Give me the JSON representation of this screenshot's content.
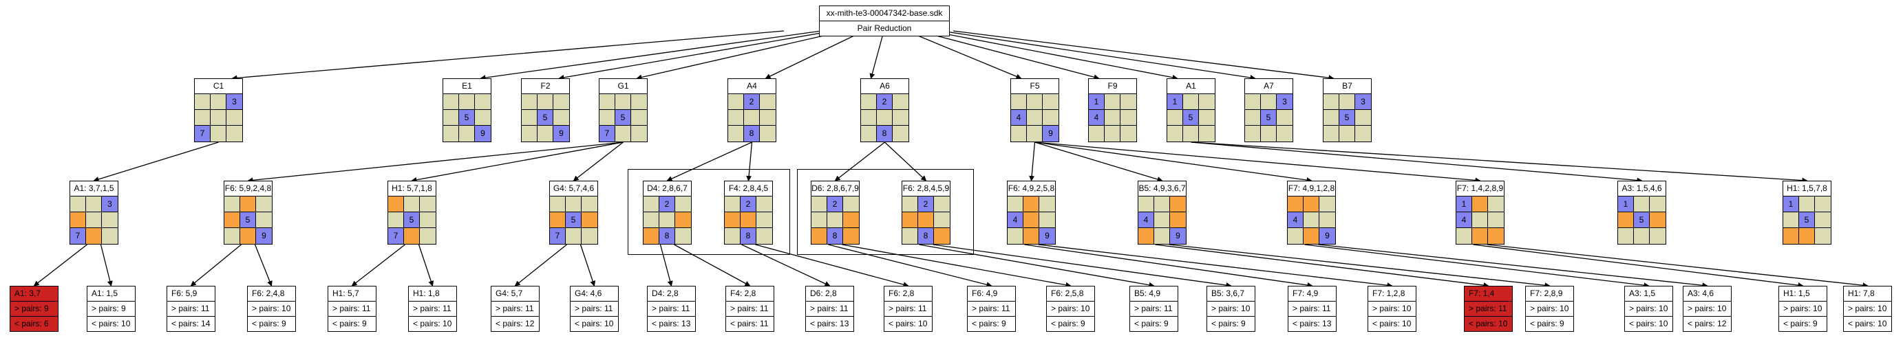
{
  "root": {
    "title": "xx-mith-te3-00047342-base.sdk",
    "subtitle": "Pair Reduction"
  },
  "level1": [
    {
      "label": "C1",
      "cells": [
        [
          "",
          ""
        ],
        [
          "",
          ""
        ],
        [
          "b",
          "3"
        ],
        [
          "",
          ""
        ],
        [
          "",
          ""
        ],
        [
          "",
          ""
        ],
        [
          "b",
          "7"
        ],
        [
          "",
          ""
        ],
        [
          "",
          ""
        ]
      ]
    },
    {
      "label": "E1",
      "cells": [
        [
          "",
          ""
        ],
        [
          "",
          ""
        ],
        [
          "",
          ""
        ],
        [
          "",
          ""
        ],
        [
          "b",
          "5"
        ],
        [
          "",
          ""
        ],
        [
          "",
          ""
        ],
        [
          "",
          ""
        ],
        [
          "b",
          "9"
        ]
      ]
    },
    {
      "label": "F2",
      "cells": [
        [
          "",
          ""
        ],
        [
          "",
          ""
        ],
        [
          "",
          ""
        ],
        [
          "",
          ""
        ],
        [
          "b",
          "5"
        ],
        [
          "",
          ""
        ],
        [
          "",
          ""
        ],
        [
          "",
          ""
        ],
        [
          "b",
          "9"
        ]
      ]
    },
    {
      "label": "G1",
      "cells": [
        [
          "",
          ""
        ],
        [
          "",
          ""
        ],
        [
          "",
          ""
        ],
        [
          "",
          ""
        ],
        [
          "b",
          "5"
        ],
        [
          "",
          ""
        ],
        [
          "b",
          "7"
        ],
        [
          "",
          ""
        ],
        [
          "",
          ""
        ]
      ]
    },
    {
      "label": "A4",
      "cells": [
        [
          "",
          ""
        ],
        [
          "b",
          "2"
        ],
        [
          "",
          ""
        ],
        [
          "",
          ""
        ],
        [
          "",
          ""
        ],
        [
          "",
          ""
        ],
        [
          "",
          ""
        ],
        [
          "b",
          "8"
        ],
        [
          "",
          ""
        ]
      ]
    },
    {
      "label": "A6",
      "cells": [
        [
          "",
          ""
        ],
        [
          "b",
          "2"
        ],
        [
          "",
          ""
        ],
        [
          "",
          ""
        ],
        [
          "",
          ""
        ],
        [
          "",
          ""
        ],
        [
          "",
          ""
        ],
        [
          "b",
          "8"
        ],
        [
          "",
          ""
        ]
      ]
    },
    {
      "label": "F5",
      "cells": [
        [
          "",
          ""
        ],
        [
          "",
          ""
        ],
        [
          "",
          ""
        ],
        [
          "b",
          "4"
        ],
        [
          "",
          ""
        ],
        [
          "",
          ""
        ],
        [
          "",
          ""
        ],
        [
          "",
          ""
        ],
        [
          "b",
          "9"
        ]
      ]
    },
    {
      "label": "F9",
      "cells": [
        [
          "b",
          "1"
        ],
        [
          "",
          ""
        ],
        [
          "",
          ""
        ],
        [
          "b",
          "4"
        ],
        [
          "",
          ""
        ],
        [
          "",
          ""
        ],
        [
          "",
          ""
        ],
        [
          "",
          ""
        ],
        [
          "",
          ""
        ]
      ]
    },
    {
      "label": "A1",
      "cells": [
        [
          "b",
          "1"
        ],
        [
          "",
          ""
        ],
        [
          "",
          ""
        ],
        [
          "",
          ""
        ],
        [
          "b",
          "5"
        ],
        [
          "",
          ""
        ],
        [
          "",
          ""
        ],
        [
          "",
          ""
        ],
        [
          "",
          ""
        ]
      ]
    },
    {
      "label": "A7",
      "cells": [
        [
          "",
          ""
        ],
        [
          "",
          ""
        ],
        [
          "b",
          "3"
        ],
        [
          "",
          ""
        ],
        [
          "b",
          "5"
        ],
        [
          "",
          ""
        ],
        [
          "",
          ""
        ],
        [
          "",
          ""
        ],
        [
          "",
          ""
        ]
      ]
    },
    {
      "label": "B7",
      "cells": [
        [
          "",
          ""
        ],
        [
          "",
          ""
        ],
        [
          "b",
          "3"
        ],
        [
          "",
          ""
        ],
        [
          "b",
          "5"
        ],
        [
          "",
          ""
        ],
        [
          "",
          ""
        ],
        [
          "",
          ""
        ],
        [
          "",
          ""
        ]
      ]
    }
  ],
  "level2": [
    {
      "label": "A1: 3,7,1,5",
      "cells": [
        [
          "",
          ""
        ],
        [
          "",
          ""
        ],
        [
          "b",
          "3"
        ],
        [
          "o",
          ""
        ],
        [
          "",
          ""
        ],
        [
          "",
          ""
        ],
        [
          "b",
          "7"
        ],
        [
          "o",
          ""
        ],
        [
          "",
          ""
        ]
      ]
    },
    {
      "label": "F6: 5,9,2,4,8",
      "cells": [
        [
          "",
          ""
        ],
        [
          "o",
          ""
        ],
        [
          "",
          ""
        ],
        [
          "o",
          ""
        ],
        [
          "b",
          "5"
        ],
        [
          "",
          ""
        ],
        [
          "",
          ""
        ],
        [
          "o",
          ""
        ],
        [
          "b",
          "9"
        ]
      ]
    },
    {
      "label": "H1: 5,7,1,8",
      "cells": [
        [
          "o",
          ""
        ],
        [
          "",
          ""
        ],
        [
          "",
          ""
        ],
        [
          "",
          ""
        ],
        [
          "b",
          "5"
        ],
        [
          "",
          ""
        ],
        [
          "b",
          "7"
        ],
        [
          "o",
          ""
        ],
        [
          "",
          ""
        ]
      ]
    },
    {
      "label": "G4: 5,7,4,6",
      "cells": [
        [
          "",
          ""
        ],
        [
          "",
          ""
        ],
        [
          "",
          ""
        ],
        [
          "o",
          ""
        ],
        [
          "b",
          "5"
        ],
        [
          "o",
          ""
        ],
        [
          "b",
          "7"
        ],
        [
          "",
          ""
        ],
        [
          "",
          ""
        ]
      ]
    },
    {
      "label": "D4: 2,8,6,7",
      "cells": [
        [
          "",
          ""
        ],
        [
          "b",
          "2"
        ],
        [
          "",
          ""
        ],
        [
          "",
          ""
        ],
        [
          "",
          ""
        ],
        [
          "o",
          ""
        ],
        [
          "o",
          ""
        ],
        [
          "b",
          "8"
        ],
        [
          "",
          ""
        ]
      ]
    },
    {
      "label": "F4: 2,8,4,5",
      "cells": [
        [
          "",
          ""
        ],
        [
          "b",
          "2"
        ],
        [
          "",
          ""
        ],
        [
          "o",
          ""
        ],
        [
          "o",
          ""
        ],
        [
          "",
          ""
        ],
        [
          "",
          ""
        ],
        [
          "b",
          "8"
        ],
        [
          "",
          ""
        ]
      ]
    },
    {
      "label": "D6: 2,8,6,7,9",
      "cells": [
        [
          "",
          ""
        ],
        [
          "b",
          "2"
        ],
        [
          "",
          ""
        ],
        [
          "",
          ""
        ],
        [
          "",
          ""
        ],
        [
          "o",
          ""
        ],
        [
          "o",
          ""
        ],
        [
          "b",
          "8"
        ],
        [
          "o",
          ""
        ]
      ]
    },
    {
      "label": "F6: 2,8,4,5,9",
      "cells": [
        [
          "",
          ""
        ],
        [
          "b",
          "2"
        ],
        [
          "",
          ""
        ],
        [
          "o",
          ""
        ],
        [
          "o",
          ""
        ],
        [
          "",
          ""
        ],
        [
          "",
          ""
        ],
        [
          "b",
          "8"
        ],
        [
          "o",
          ""
        ]
      ]
    },
    {
      "label": "F6: 4,9,2,5,8",
      "cells": [
        [
          "",
          ""
        ],
        [
          "o",
          ""
        ],
        [
          "",
          ""
        ],
        [
          "b",
          "4"
        ],
        [
          "o",
          ""
        ],
        [
          "",
          ""
        ],
        [
          "",
          ""
        ],
        [
          "o",
          ""
        ],
        [
          "b",
          "9"
        ]
      ]
    },
    {
      "label": "B5: 4,9,3,6,7",
      "cells": [
        [
          "",
          ""
        ],
        [
          "",
          ""
        ],
        [
          "o",
          ""
        ],
        [
          "b",
          "4"
        ],
        [
          "",
          ""
        ],
        [
          "o",
          ""
        ],
        [
          "o",
          ""
        ],
        [
          "",
          ""
        ],
        [
          "b",
          "9"
        ]
      ]
    },
    {
      "label": "F7: 4,9,1,2,8",
      "cells": [
        [
          "o",
          ""
        ],
        [
          "o",
          ""
        ],
        [
          "",
          ""
        ],
        [
          "b",
          "4"
        ],
        [
          "",
          ""
        ],
        [
          "",
          ""
        ],
        [
          "",
          ""
        ],
        [
          "o",
          ""
        ],
        [
          "b",
          "9"
        ]
      ]
    },
    {
      "label": "F7: 1,4,2,8,9",
      "cells": [
        [
          "b",
          "1"
        ],
        [
          "o",
          ""
        ],
        [
          "",
          ""
        ],
        [
          "b",
          "4"
        ],
        [
          "",
          ""
        ],
        [
          "",
          ""
        ],
        [
          "",
          ""
        ],
        [
          "o",
          ""
        ],
        [
          "o",
          ""
        ]
      ]
    },
    {
      "label": "A3: 1,5,4,6",
      "cells": [
        [
          "b",
          "1"
        ],
        [
          "",
          ""
        ],
        [
          "",
          ""
        ],
        [
          "o",
          ""
        ],
        [
          "b",
          "5"
        ],
        [
          "o",
          ""
        ],
        [
          "",
          ""
        ],
        [
          "",
          ""
        ],
        [
          "",
          ""
        ]
      ]
    },
    {
      "label": "H1: 1,5,7,8",
      "cells": [
        [
          "b",
          "1"
        ],
        [
          "",
          ""
        ],
        [
          "",
          ""
        ],
        [
          "",
          ""
        ],
        [
          "b",
          "5"
        ],
        [
          "",
          ""
        ],
        [
          "o",
          ""
        ],
        [
          "o",
          ""
        ],
        [
          "",
          ""
        ]
      ]
    }
  ],
  "leaves": [
    {
      "label": "A1: 3,7",
      "gt": "> pairs: 9",
      "lt": "< pairs: 6",
      "red": true
    },
    {
      "label": "A1: 1,5",
      "gt": "> pairs: 9",
      "lt": "< pairs: 10",
      "red": false
    },
    {
      "label": "F6: 5,9",
      "gt": "> pairs: 11",
      "lt": "< pairs: 14",
      "red": false
    },
    {
      "label": "F6: 2,4,8",
      "gt": "> pairs: 10",
      "lt": "< pairs: 9",
      "red": false
    },
    {
      "label": "H1: 5,7",
      "gt": "> pairs: 11",
      "lt": "< pairs: 9",
      "red": false
    },
    {
      "label": "H1: 1,8",
      "gt": "> pairs: 11",
      "lt": "< pairs: 10",
      "red": false
    },
    {
      "label": "G4: 5,7",
      "gt": "> pairs: 11",
      "lt": "< pairs: 12",
      "red": false
    },
    {
      "label": "G4: 4,6",
      "gt": "> pairs: 11",
      "lt": "< pairs: 10",
      "red": false
    },
    {
      "label": "D4: 2,8",
      "gt": "> pairs: 11",
      "lt": "< pairs: 13",
      "red": false
    },
    {
      "label": "F4: 2,8",
      "gt": "> pairs: 11",
      "lt": "< pairs: 11",
      "red": false
    },
    {
      "label": "D6: 2,8",
      "gt": "> pairs: 11",
      "lt": "< pairs: 13",
      "red": false
    },
    {
      "label": "F6: 2,8",
      "gt": "> pairs: 11",
      "lt": "< pairs: 10",
      "red": false
    },
    {
      "label": "F6: 4,9",
      "gt": "> pairs: 11",
      "lt": "< pairs: 9",
      "red": false
    },
    {
      "label": "F6: 2,5,8",
      "gt": "> pairs: 10",
      "lt": "< pairs: 9",
      "red": false
    },
    {
      "label": "B5: 4,9",
      "gt": "> pairs: 11",
      "lt": "< pairs: 9",
      "red": false
    },
    {
      "label": "B5: 3,6,7",
      "gt": "> pairs: 10",
      "lt": "< pairs: 9",
      "red": false
    },
    {
      "label": "F7: 4,9",
      "gt": "> pairs: 11",
      "lt": "< pairs: 13",
      "red": false
    },
    {
      "label": "F7: 1,2,8",
      "gt": "> pairs: 10",
      "lt": "< pairs: 10",
      "red": false
    },
    {
      "label": "F7: 1,4",
      "gt": "> pairs: 11",
      "lt": "< pairs: 10",
      "red": true
    },
    {
      "label": "F7: 2,8,9",
      "gt": "> pairs: 10",
      "lt": "< pairs: 9",
      "red": false
    },
    {
      "label": "A3: 1,5",
      "gt": "> pairs: 10",
      "lt": "< pairs: 10",
      "red": false
    },
    {
      "label": "A3: 4,6",
      "gt": "> pairs: 10",
      "lt": "< pairs: 12",
      "red": false
    },
    {
      "label": "H1: 1,5",
      "gt": "> pairs: 10",
      "lt": "< pairs: 9",
      "red": false
    },
    {
      "label": "H1: 7,8",
      "gt": "> pairs: 10",
      "lt": "< pairs: 10",
      "red": false
    }
  ],
  "colors": {
    "blue": "#8484f0",
    "orange": "#f7a23e",
    "beige": "#dcdcb4",
    "red": "#cc2222"
  }
}
